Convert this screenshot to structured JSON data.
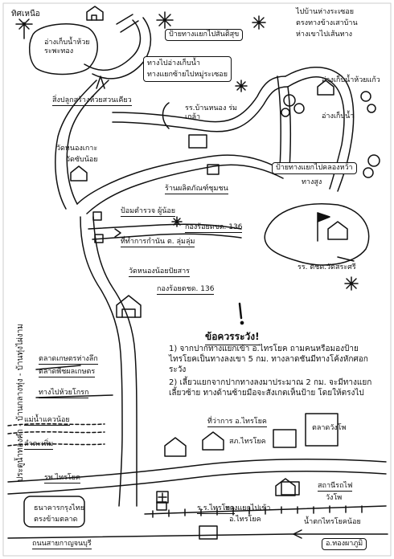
{
  "map": {
    "labels": {
      "north_arrow_label": "ทิศเหนือ",
      "reservoir": "อ่างเก็บน้ำห้วยระพะทอง",
      "to_village": "ไปบ้านห่างระเซอย",
      "to_village_2": "ตรงทางข้างเสาบ้าน",
      "to_village_3": "ห่างเขาไปเส้นทาง",
      "sign_right_top": "ป้ายทางแยกไปสันติสุข",
      "two_way_intersection": "ทางไปอ่างเก็บน้ำ",
      "two_way_intersection_2": "ทางแยกซ้ายไปหมู่ระเซอย",
      "reservoir_right": "อ่างเก็บน้ำห้วยแก้ว",
      "border_patrol_left": "สิ่งปลูกสร้างห้วยสวนเคียว",
      "school_small": "รร.บ้านหนอง ร่มเกล้า",
      "reservoir_small": "อ่างเก็บน้ำ",
      "left_temple": "วัดหนองเกาะ",
      "left_temple_2": "วัดซับน้อย",
      "sign_mid_right": "ป้ายทางแยกไปคลองหว้า",
      "village_right": "ทางสูง",
      "village_store": "ร้านผลิตภัณฑ์ชุมชน",
      "school_right": "รร. ตชด.วัดสระศรี",
      "police_box": "ป้อมตำรวจ ผู้น้อย",
      "road_136_top": "กองร้อยตชด. 136",
      "office": "ที่ทำการกำนัน ต. ลุ่มลุ่ม",
      "temple_lower": "วัดหนองน้อยปัยสาร",
      "road_136_bottom": "กองร้อยตชด. 136",
      "left_market": "ตลาดเกษตรห่างลึก",
      "left_market_2": "ตลาดพืชผลเกษตร",
      "left_side_1": "ทางไปห้วยโกรก",
      "left_stream": "แม่น้ำแควน้อย",
      "left_stream_2": "ลำตะเพิ่ม",
      "hospital": "รพ.ไทรโยค",
      "district_office": "ที่ว่าการ อ.ไทรโยค",
      "police_station": "สภ.ไทรโยค",
      "market_right": "ตลาดวังโพ",
      "bank": "ธนาคารกรุงไทย",
      "bank_2": "ตรงข้ามตลาด",
      "school_bottom": "ร.ร.ไทรโยค",
      "intersection_bottom": "ทางแยกไปเข้า",
      "intersection_bottom_2": "อ.ไทรโยค",
      "train_station": "สถานีรถไฟ",
      "train_station_2": "วังโพ",
      "railway_note": "น้ำตกไทรโยคน้อย",
      "to_kanchanaburi": "อ.ทองผาภูมิ",
      "to_kanchanaburi_left": "ถนนสายกาญจนบุรี",
      "vertical_left": "ประตูน้ำทองคำ - บ้านกลางทุ่ง - บ้านทุ่งไผ่งาม"
    },
    "notes": {
      "title": "ข้อควรระวัง!",
      "item1": "1) จากปากทางแยกเข้า อ.ไทรโยค ถามคนหรือมองป้ายไทรโยคเป็นทางลงเขา 5 กม. ทางลาดชันมีทางโค้งหักศอกระวัง",
      "item2": "2) เลี้ยวแยกจากปากทางลงมาประมาณ 2 กม. จะมีทางแยกเลี้ยวซ้าย ทางด้านซ้ายมือจะสังเกตเห็นป้าย โดยให้ตรงไป"
    },
    "icons": {
      "north": "north-arrow-icon",
      "sun": "sun-icon",
      "flag": "flag-icon",
      "house": "house-icon",
      "tree": "tree-icon",
      "hospital": "hospital-cross-icon",
      "exclamation": "exclamation-icon"
    }
  }
}
